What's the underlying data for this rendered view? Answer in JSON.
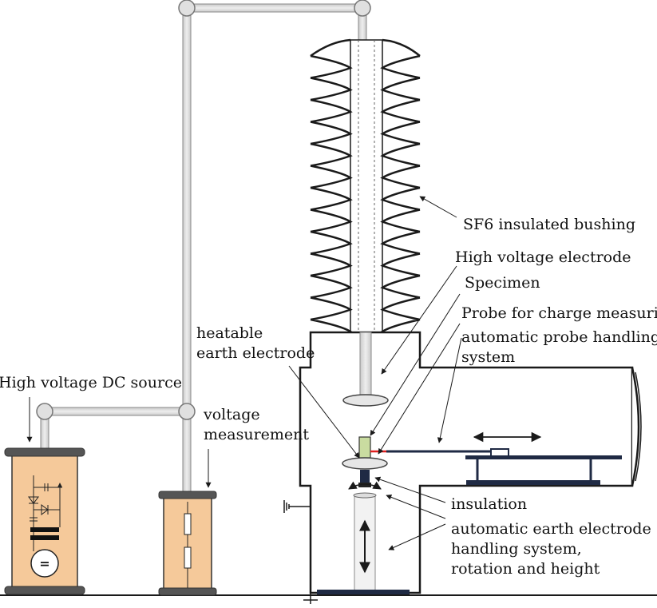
{
  "labels": {
    "bushing": "SF6 insulated bushing",
    "hv_electrode": "High voltage electrode",
    "specimen": "Specimen",
    "probe": "Probe for charge measuring",
    "probe_handling_1": "automatic probe handling",
    "probe_handling_2": "system",
    "earth_electrode_1": "heatable",
    "earth_electrode_2": "earth electrode",
    "dc_source": "High voltage DC source",
    "voltage_meas_1": "voltage",
    "voltage_meas_2": "measurement",
    "insulation": "insulation",
    "earth_handling_1": "automatic earth electrode",
    "earth_handling_2": "handling system,",
    "earth_handling_3": "rotation and height",
    "dc_symbol": "="
  },
  "colors": {
    "line": "#1a1a1a",
    "pipe": "#d8d8d8",
    "pipe_edge": "#8a8a8a",
    "tank": "#f5c99a",
    "tank_edge": "#333333",
    "rail": "#1c2536",
    "specimen": "#c9dca0",
    "probe_tip": "#e02020"
  },
  "icons": [
    "ground-symbol",
    "double-arrow-icon",
    "dc-source-symbol"
  ]
}
